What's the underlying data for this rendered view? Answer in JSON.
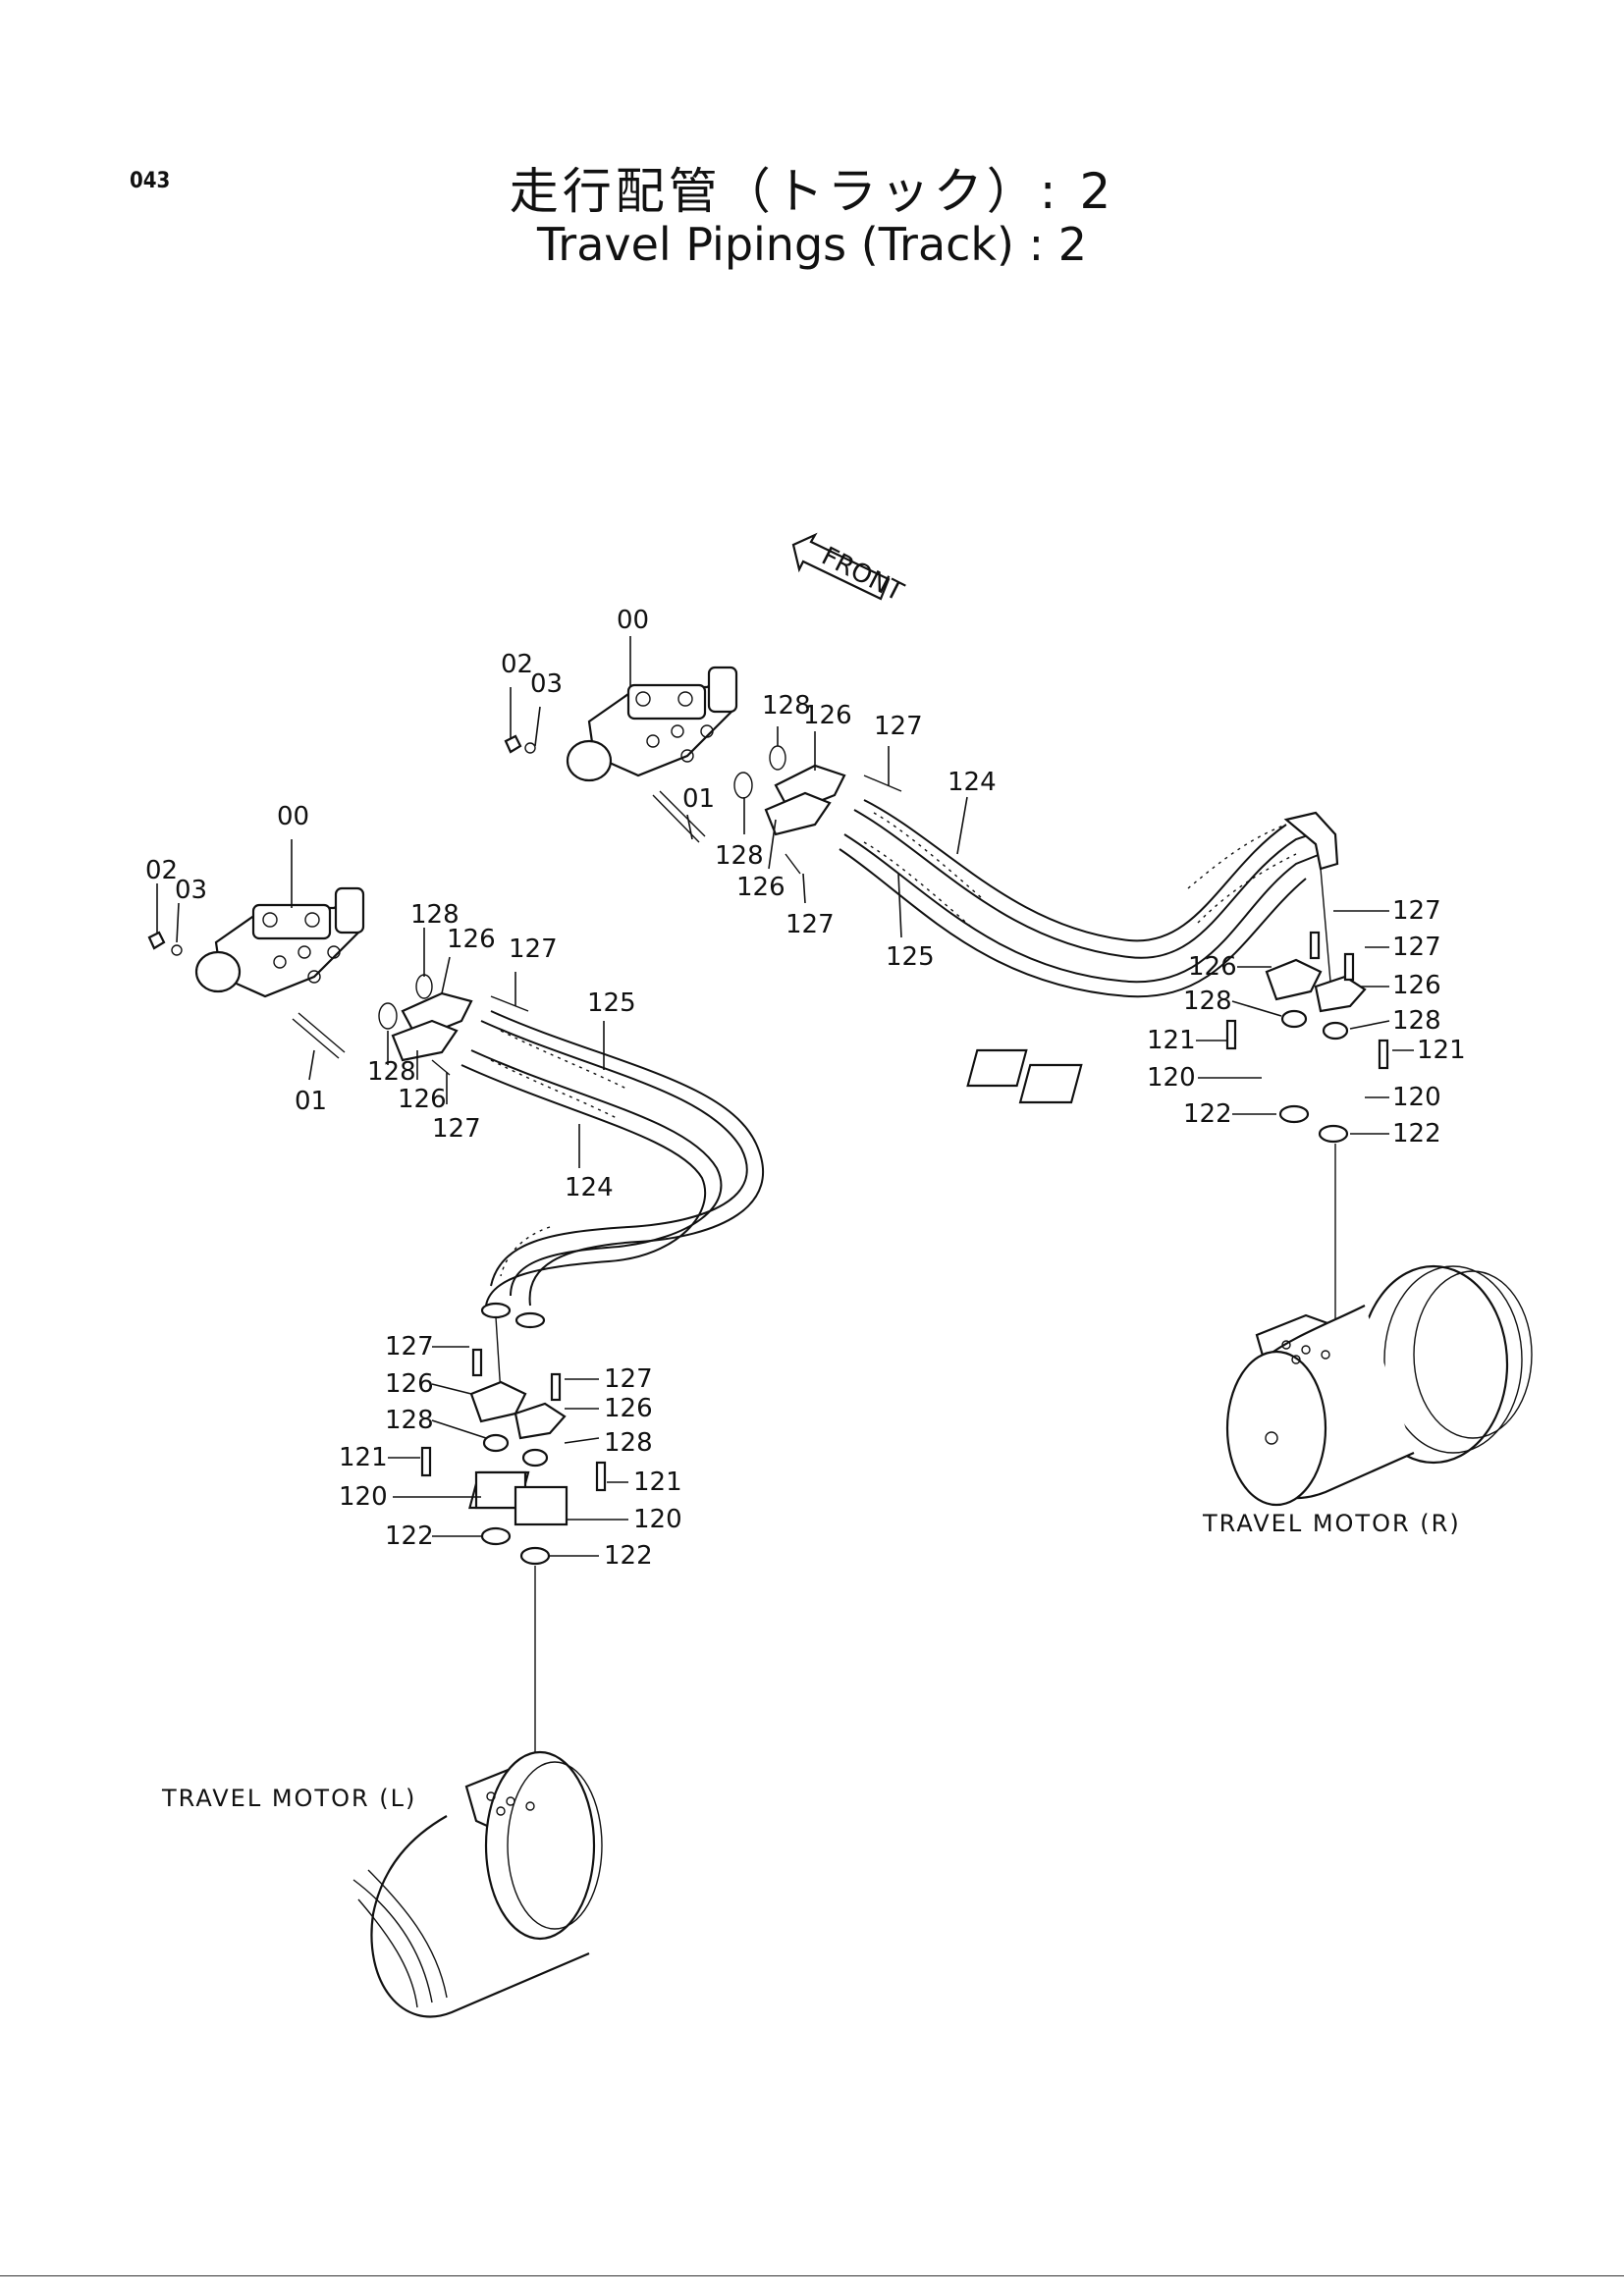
{
  "page": {
    "number": "043"
  },
  "title": {
    "ja": "走行配管（トラック）: 2",
    "en": "Travel  Pipings (Track) : 2"
  },
  "front_arrow": {
    "label": "FRONT"
  },
  "captions": {
    "motor_right": "TRAVEL  MOTOR (R)",
    "motor_left": "TRAVEL  MOTOR (L)"
  },
  "callouts": {
    "upper_valve": [
      "00",
      "02",
      "03",
      "01",
      "128",
      "126",
      "127",
      "128",
      "126",
      "127",
      "124",
      "125"
    ],
    "right_motor": [
      "127",
      "127",
      "126",
      "126",
      "128",
      "128",
      "121",
      "121",
      "120",
      "120",
      "122",
      "122"
    ],
    "lower_valve": [
      "00",
      "02",
      "03",
      "01",
      "128",
      "126",
      "127",
      "128",
      "126",
      "127",
      "125",
      "124"
    ],
    "left_motor": [
      "127",
      "127",
      "126",
      "126",
      "128",
      "128",
      "121",
      "121",
      "120",
      "120",
      "122",
      "122"
    ]
  }
}
